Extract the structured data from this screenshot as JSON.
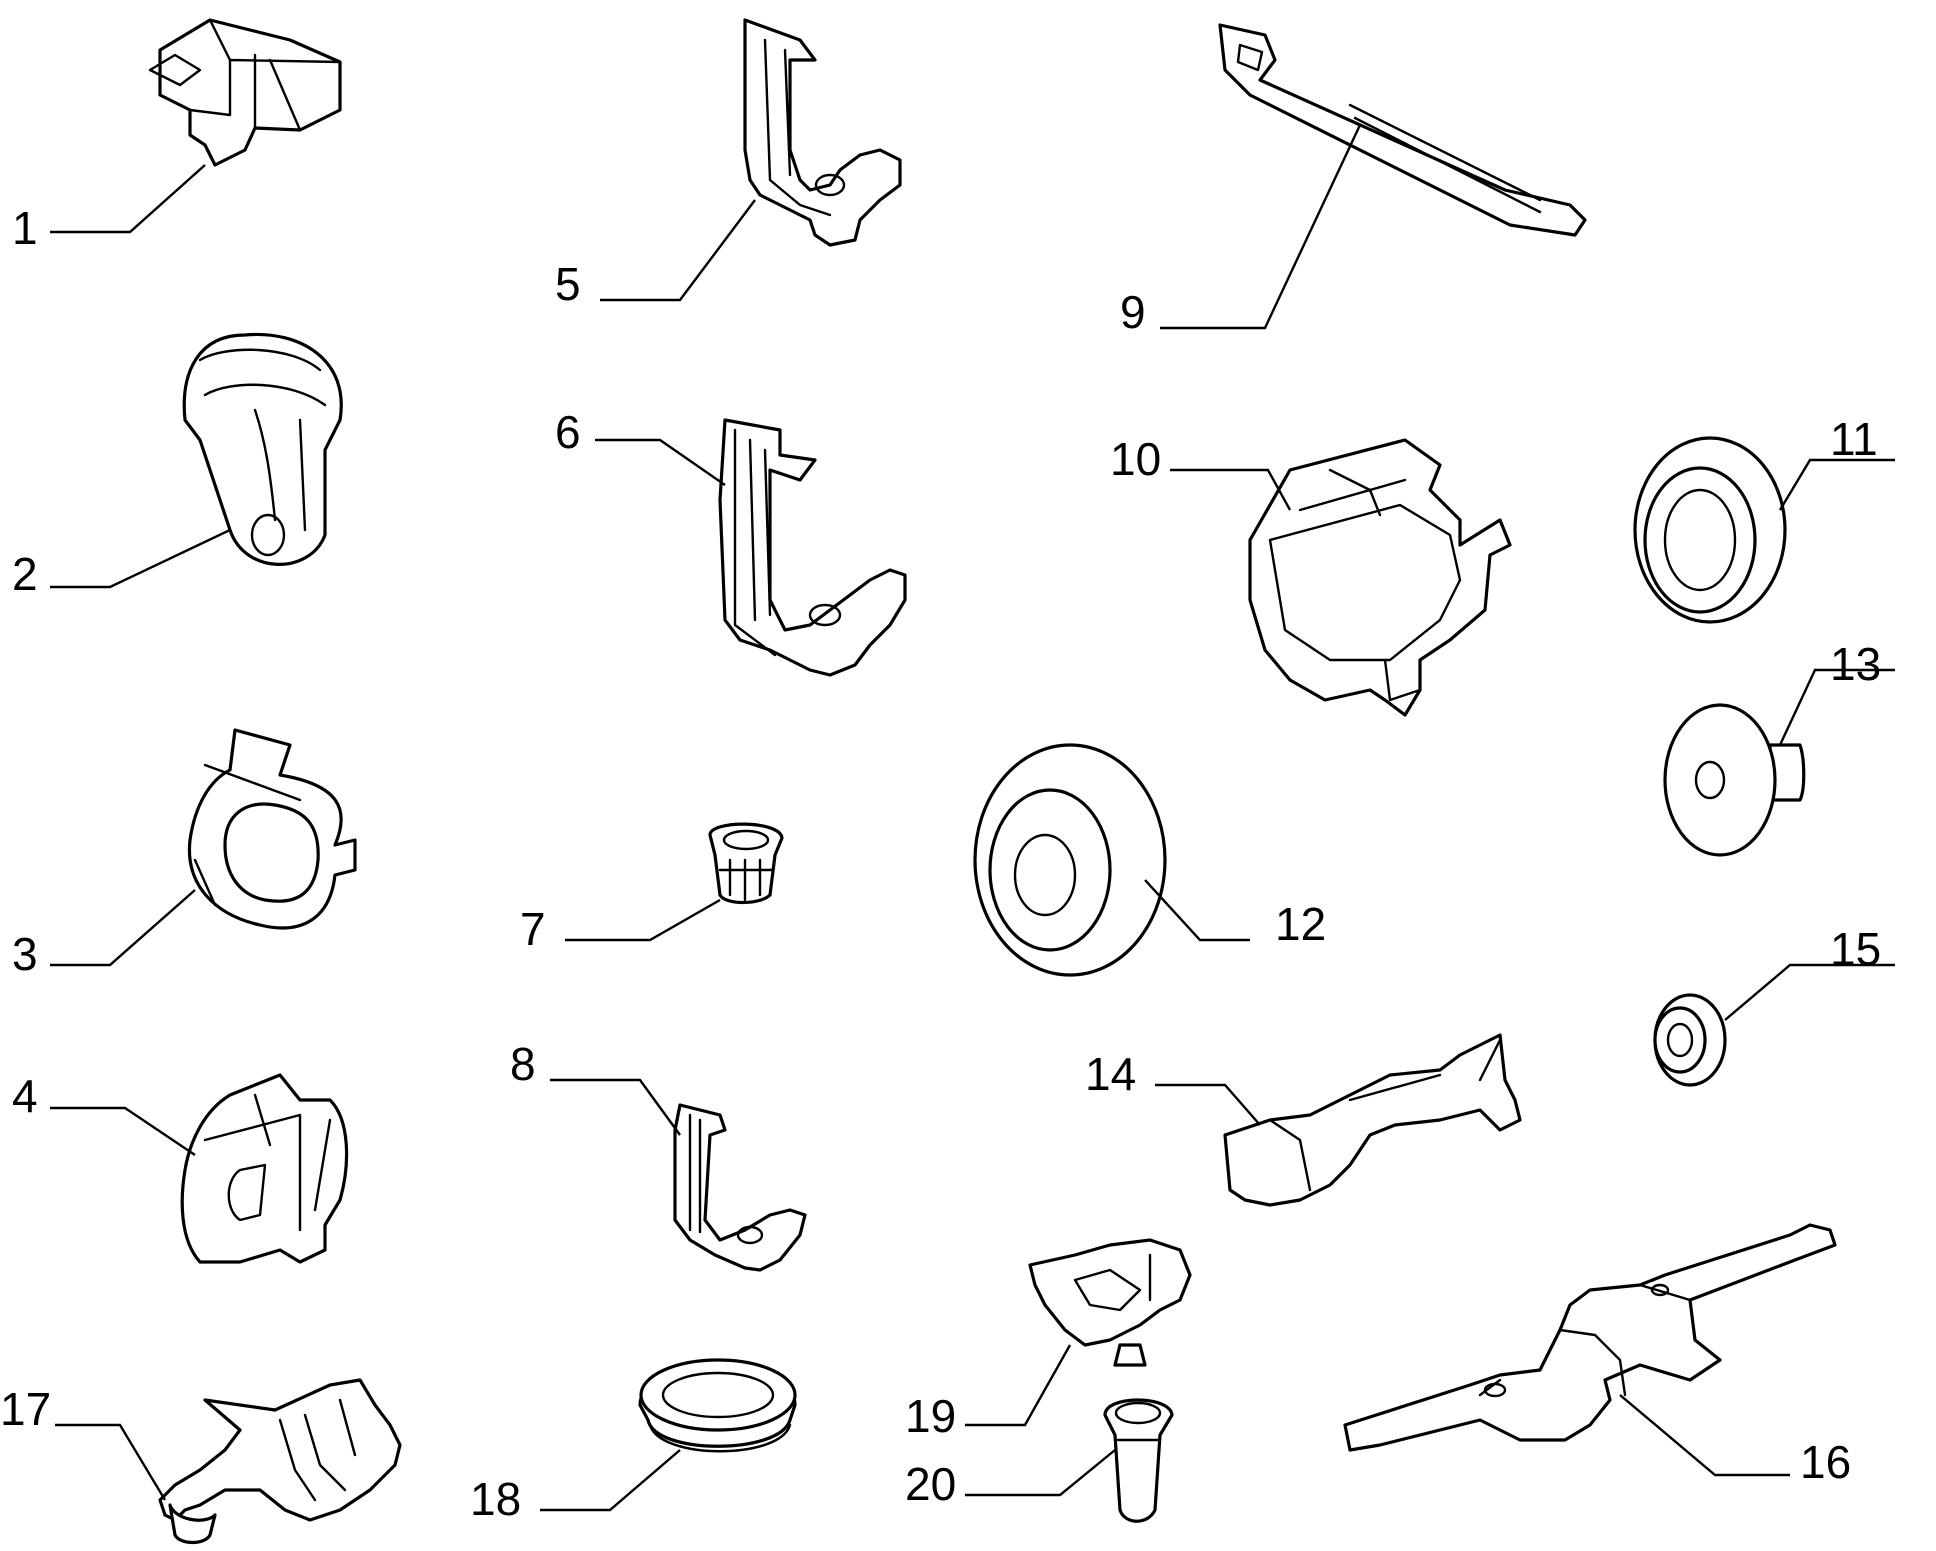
{
  "labels": {
    "p1": "1",
    "p2": "2",
    "p3": "3",
    "p4": "4",
    "p5": "5",
    "p6": "6",
    "p7": "7",
    "p8": "8",
    "p9": "9",
    "p10": "10",
    "p11": "11",
    "p12": "12",
    "p13": "13",
    "p14": "14",
    "p15": "15",
    "p16": "16",
    "p17": "17",
    "p18": "18",
    "p19": "19",
    "p20": "20"
  },
  "colors": {
    "ink": "#000000",
    "paper": "#ffffff"
  }
}
